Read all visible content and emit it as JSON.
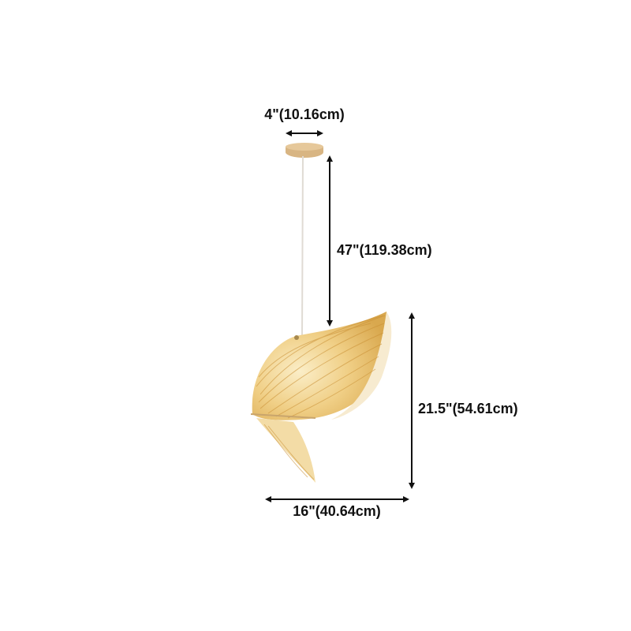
{
  "dimensions": {
    "canopy_width": "4\"(10.16cm)",
    "cord_length": "47\"(119.38cm)",
    "shade_height": "21.5\"(54.61cm)",
    "shade_width": "16\"(40.64cm)"
  },
  "colors": {
    "arrow": "#111111",
    "canopy_wood": "#d8b583",
    "cord": "#e8e4df",
    "shade_light": "#f6e3b8",
    "shade_glow": "#e9b85a"
  }
}
